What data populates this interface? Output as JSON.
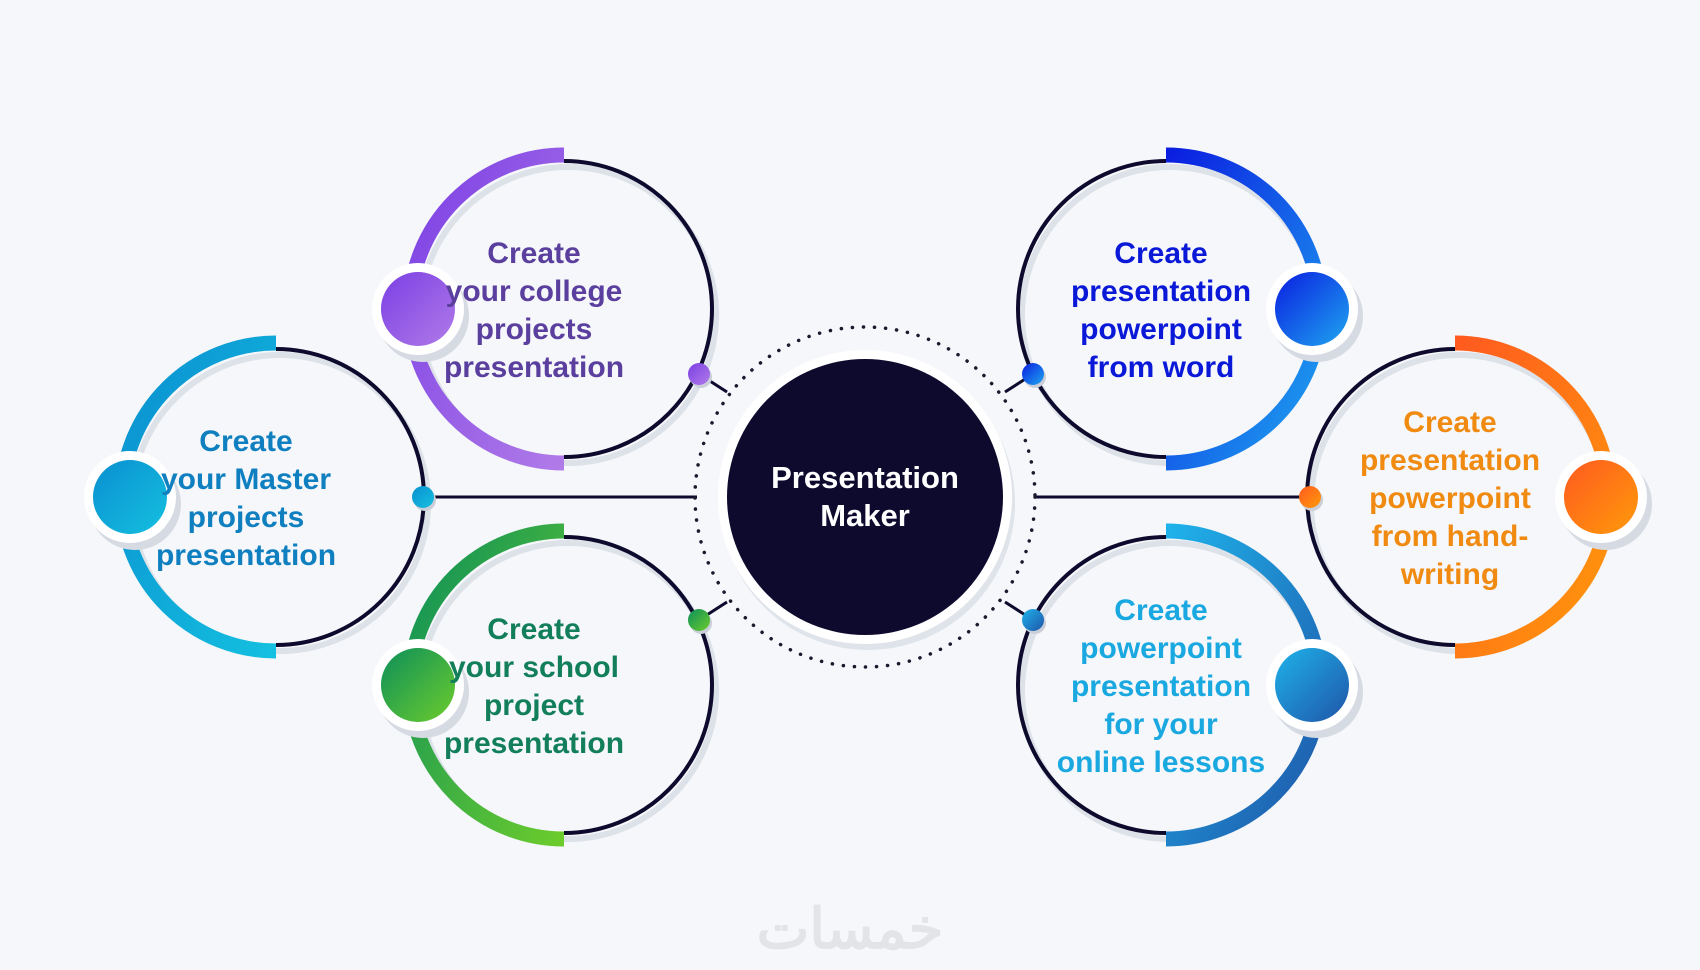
{
  "center": {
    "lines": [
      "Presentation",
      "Maker"
    ],
    "color": "#0d0a2e"
  },
  "nodes": [
    {
      "id": "college",
      "side": "left",
      "lines": [
        "Create",
        "your college",
        "projects",
        "presentation"
      ],
      "color_a": "#7b3fe4",
      "color_b": "#b07be8",
      "text_color": "#5a3f9e"
    },
    {
      "id": "master",
      "side": "left",
      "lines": [
        "Create",
        "your Master",
        "projects",
        "presentation"
      ],
      "color_a": "#0a8fd0",
      "color_b": "#14c0e0",
      "text_color": "#0f7fc0"
    },
    {
      "id": "school",
      "side": "left",
      "lines": [
        "Create",
        "your school",
        "project",
        "presentation"
      ],
      "color_a": "#0c8f5a",
      "color_b": "#6ccc2c",
      "text_color": "#127f5a"
    },
    {
      "id": "word",
      "side": "right",
      "lines": [
        "Create",
        "presentation",
        "powerpoint",
        "from word"
      ],
      "color_a": "#0a1de0",
      "color_b": "#1fa6f0",
      "text_color": "#0a18d8"
    },
    {
      "id": "handwriting",
      "side": "right",
      "lines": [
        "Create",
        "presentation",
        "powerpoint",
        "from hand-",
        "writing"
      ],
      "color_a": "#ff5a1f",
      "color_b": "#ff9a0a",
      "text_color": "#f08a10"
    },
    {
      "id": "online",
      "side": "right",
      "lines": [
        "Create",
        "powerpoint",
        "presentation",
        "for your",
        "online lessons"
      ],
      "color_a": "#1fb2ea",
      "color_b": "#1f55a8",
      "text_color": "#1aa8e0"
    }
  ],
  "watermark": "خمسات"
}
